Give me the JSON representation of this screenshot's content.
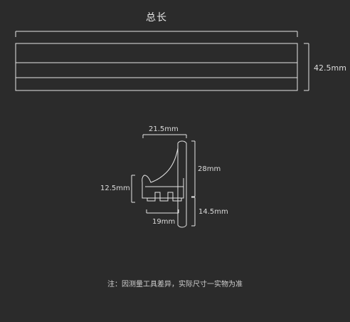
{
  "top_view": {
    "total_length_label": "总长",
    "height_label": "42.5mm"
  },
  "profile_view": {
    "top_width_label": "21.5mm",
    "left_height_label": "12.5mm",
    "right_upper_label": "28mm",
    "right_lower_label": "14.5mm",
    "bottom_width_label": "19mm"
  },
  "note": "注：因测量工具差异，实际尺寸一实物为准",
  "colors": {
    "background": "#2b2b2b",
    "line": "#e6e6e6"
  }
}
